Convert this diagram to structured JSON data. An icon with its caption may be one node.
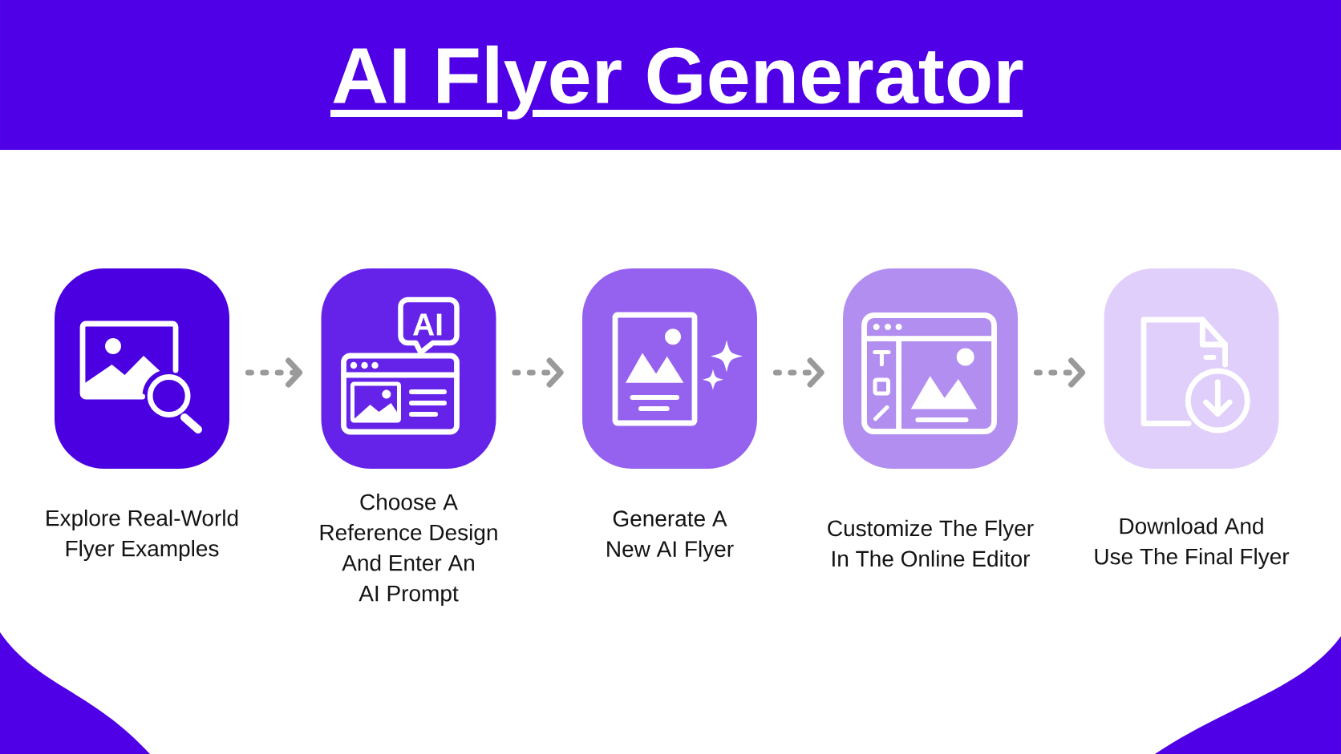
{
  "diagram": {
    "title": "AI Flyer Generator",
    "nodes": [
      {
        "text": [],
        "shape": "picture",
        "beside": [
          "Explore Real-World Flyer Examples"
        ]
      },
      {
        "text": [],
        "shape": "picture",
        "beside": [
          "Choose A Reference Design And Enter An AI Prompt"
        ]
      },
      {
        "text": [],
        "shape": "picture",
        "beside": [
          "Generate A New AI Flyer"
        ]
      },
      {
        "text": [],
        "shape": "picture",
        "beside": [
          "Customize The Flyer In The Online Editor"
        ]
      },
      {
        "text": [],
        "shape": "picture",
        "beside": [
          "Download And Use The Final Flyer"
        ]
      },
      {
        "text": [],
        "shape": "wave"
      },
      {
        "text": [],
        "shape": "wave"
      }
    ],
    "edges": [
      {
        "from": 0,
        "to": 1,
        "arrow": "to",
        "style": "dashed"
      },
      {
        "from": 1,
        "to": 2,
        "arrow": "to",
        "style": "dashed"
      },
      {
        "from": 2,
        "to": 3,
        "arrow": "to",
        "style": "dashed"
      },
      {
        "from": 3,
        "to": 4,
        "arrow": "to",
        "style": "dashed"
      }
    ],
    "labels": [
      "AI"
    ]
  }
}
